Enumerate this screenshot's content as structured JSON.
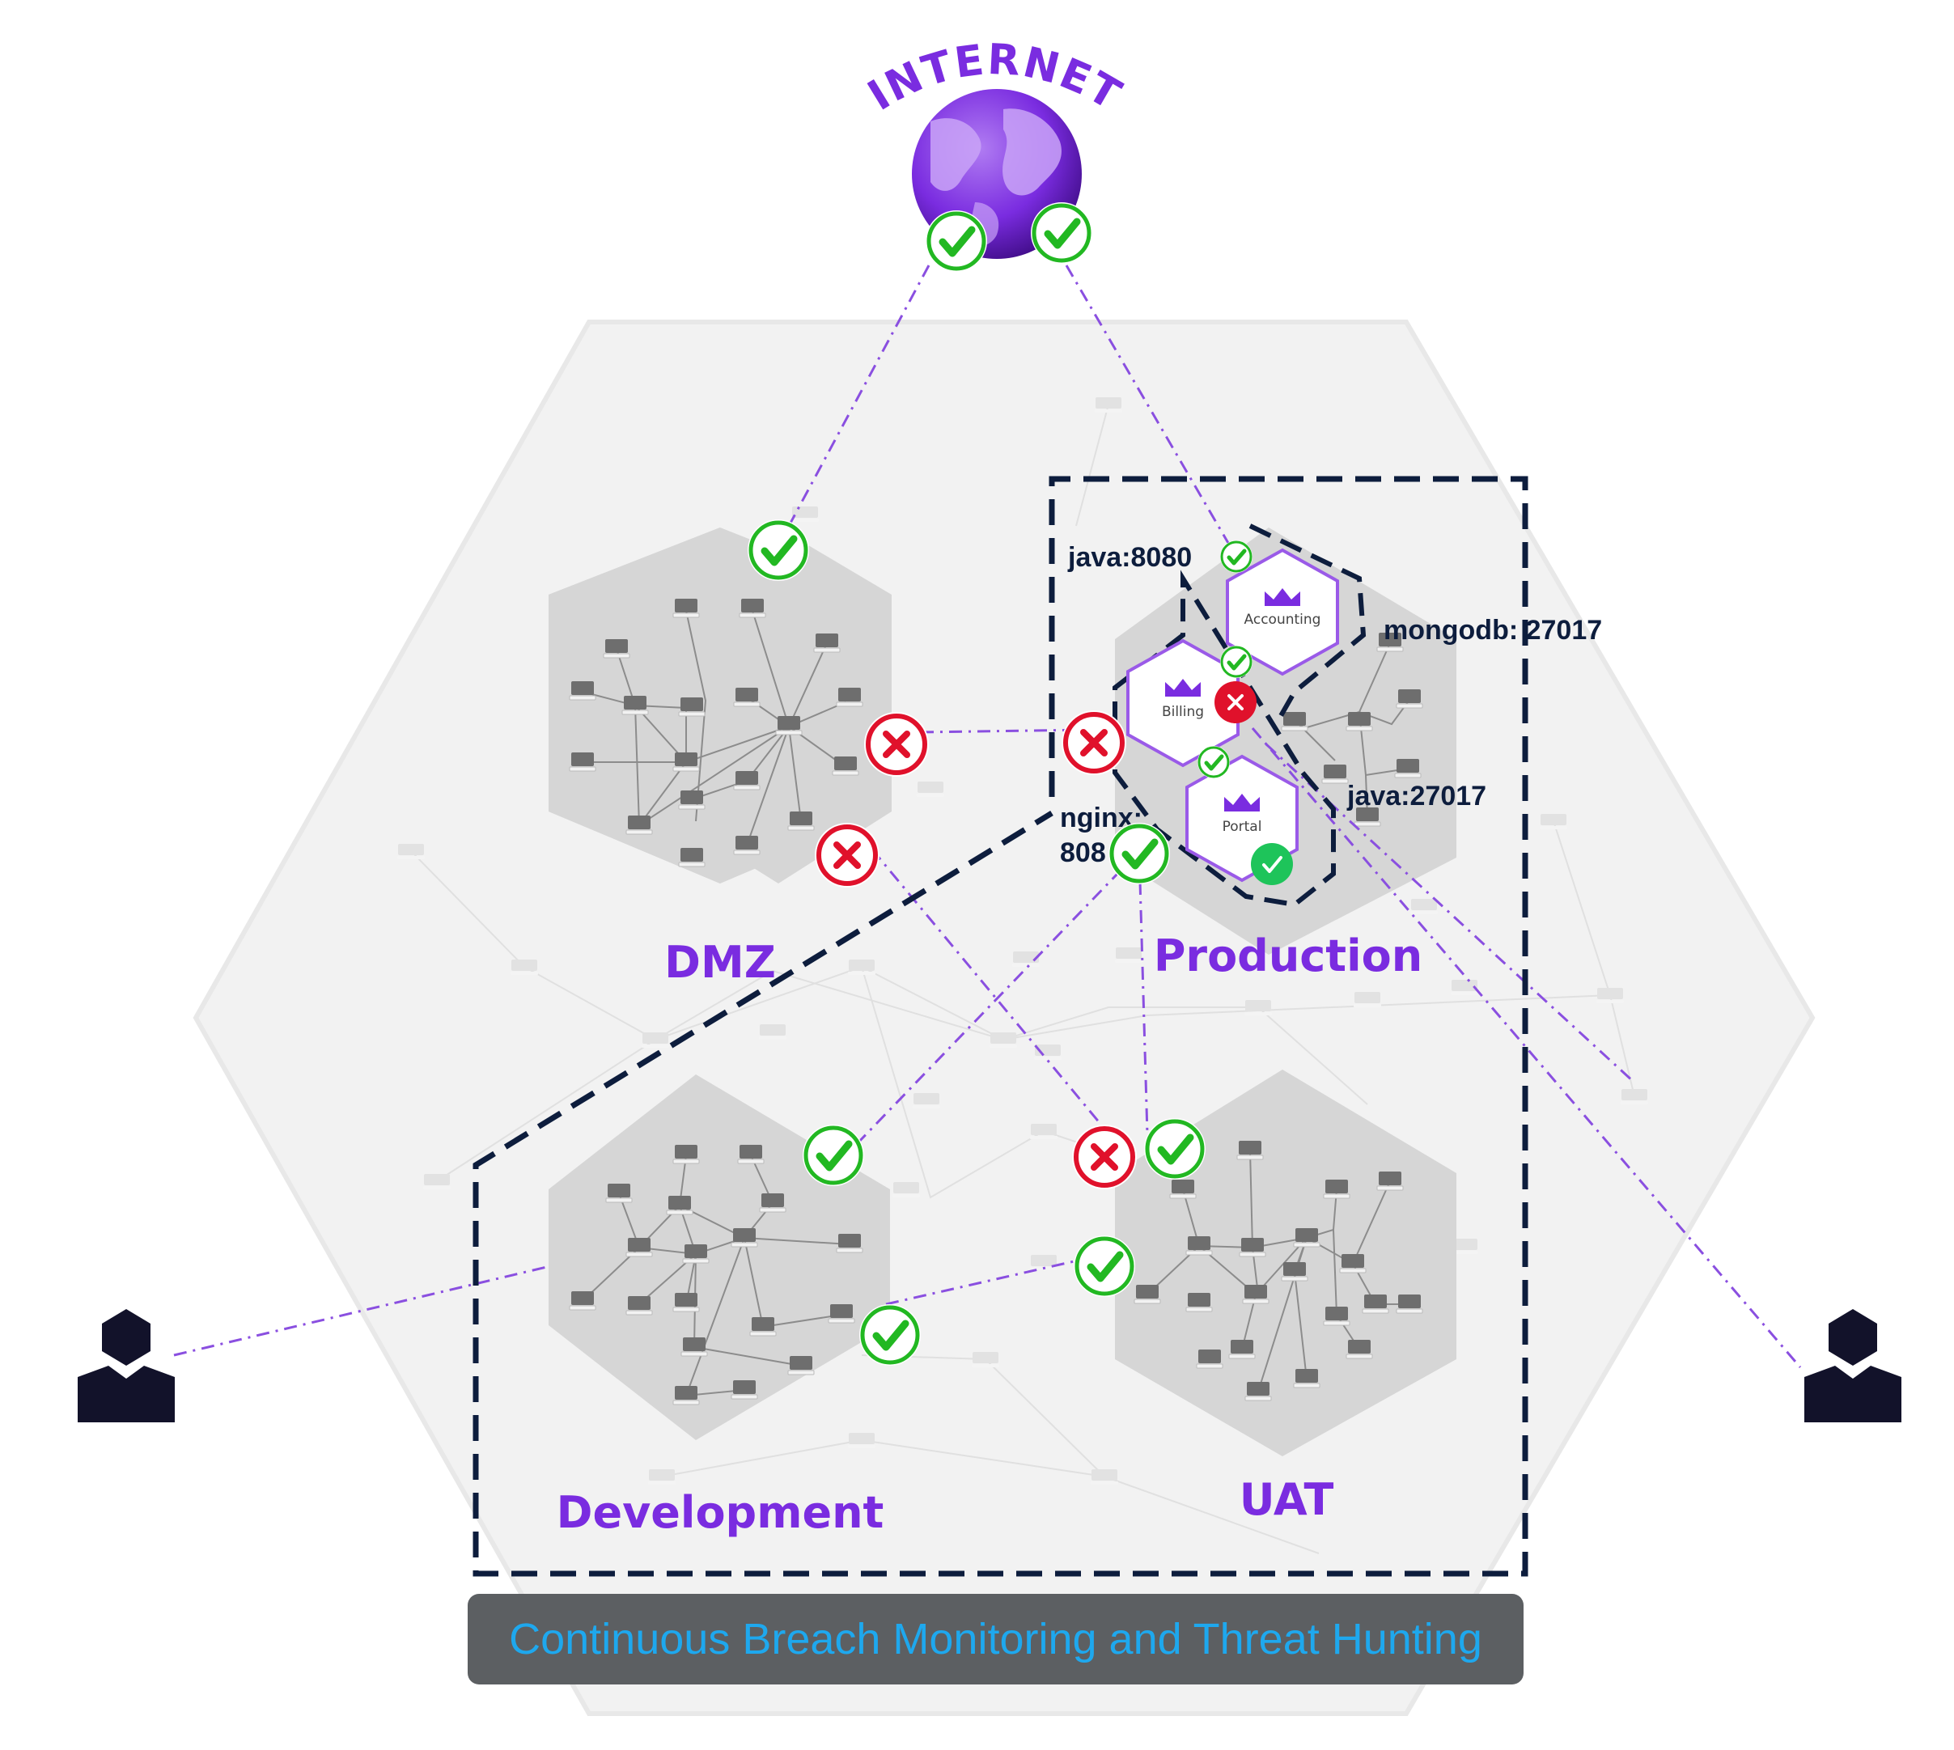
{
  "internet": {
    "label": "INTERNET",
    "icon": "globe-icon",
    "color": "#7a2ce0"
  },
  "zones": [
    {
      "id": "dmz",
      "label": "DMZ"
    },
    {
      "id": "production",
      "label": "Production"
    },
    {
      "id": "development",
      "label": "Development"
    },
    {
      "id": "uat",
      "label": "UAT"
    }
  ],
  "services": [
    {
      "id": "accounting",
      "label": "Accounting",
      "icon": "crown-icon"
    },
    {
      "id": "billing",
      "label": "Billing",
      "icon": "crown-icon"
    },
    {
      "id": "portal",
      "label": "Portal",
      "icon": "crown-icon"
    }
  ],
  "ports": {
    "java_8080": "java:8080",
    "mongodb": "mongodb: 27017",
    "java_27017": "java:27017",
    "nginx_line1": "nginx:",
    "nginx_line2": "808"
  },
  "users": [
    {
      "id": "user-left",
      "icon": "user-icon"
    },
    {
      "id": "user-right",
      "icon": "user-icon"
    }
  ],
  "status": {
    "allowed_icon": "check-icon",
    "blocked_icon": "cross-icon",
    "allowed_color": "#22b822",
    "blocked_color": "#e0112b"
  },
  "colors": {
    "flow_line": "#8a4fe0",
    "boundary": "#0d1d3d",
    "zone_fill": "#d6d6d6",
    "banner_bg": "#5c5f62",
    "banner_text": "#1ea8ee"
  },
  "banner": {
    "text": "Continuous Breach Monitoring and Threat Hunting"
  }
}
